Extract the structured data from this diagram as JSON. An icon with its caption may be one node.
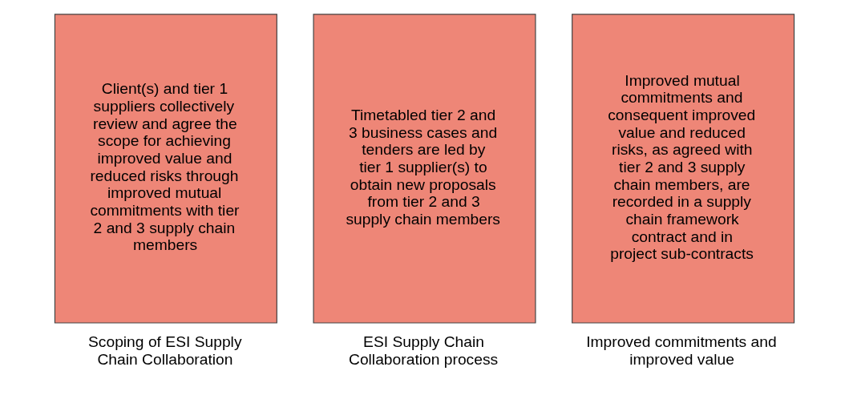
{
  "diagram": {
    "nodes": [
      {
        "text": [
          "Client(s) and tier 1 suppliers collectively review and agree the scope for achieving improved value and reduced risks through improved mutual commitments with tier 2 and 3 supply chain members"
        ],
        "beside": [
          "Scoping of ESI Supply Chain Collaboration"
        ]
      },
      {
        "text": [
          "Timetabled tier 2 and 3 business cases and tenders are led by tier 1 supplier(s) to obtain new proposals from tier 2 and 3 supply chain members"
        ],
        "beside": [
          "ESI Supply Chain Collaboration process"
        ]
      },
      {
        "text": [
          "Improved mutual commitments and consequent improved value and reduced risks, as agreed with tier 2 and 3 supply chain members, are recorded in a supply chain framework contract and in project sub-contracts"
        ],
        "beside": [
          "Improved commitments and improved value"
        ]
      }
    ],
    "edges": []
  }
}
